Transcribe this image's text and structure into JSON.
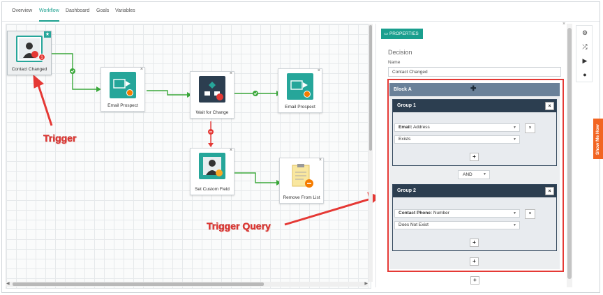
{
  "nav": {
    "tabs": [
      {
        "label": "Overview",
        "active": false
      },
      {
        "label": "Workflow",
        "active": true
      },
      {
        "label": "Dashboard",
        "active": false
      },
      {
        "label": "Goals",
        "active": false
      },
      {
        "label": "Variables",
        "active": false
      }
    ]
  },
  "workflow": {
    "nodes": {
      "trigger": {
        "label": "Contact Changed",
        "badge": "1",
        "icon": "contact-person-icon"
      },
      "email1": {
        "label": "Email Prospect",
        "icon": "email-send-icon"
      },
      "wait": {
        "label": "Wait for Change",
        "icon": "decision-flow-icon"
      },
      "email2": {
        "label": "Email Prospect",
        "icon": "email-send-icon"
      },
      "custom": {
        "label": "Set Custom Field",
        "icon": "edit-contact-icon"
      },
      "remove": {
        "label": "Remove From List",
        "icon": "clipboard-remove-icon"
      }
    },
    "close_glyph": "×"
  },
  "annotations": {
    "trigger": "Trigger",
    "trigger_query": "Trigger Query",
    "color": "#e53935"
  },
  "properties": {
    "tab_label": "PROPERTIES",
    "close_glyph": "×",
    "section_title": "Decision",
    "name_label": "Name",
    "name_value": "Contact Changed",
    "block": {
      "title": "Block A",
      "groups": [
        {
          "title": "Group 1",
          "field_bold": "Email:",
          "field_rest": " Address",
          "operator": "Exists"
        },
        {
          "title": "Group 2",
          "field_bold": "Contact Phone:",
          "field_rest": " Number",
          "operator": "Does Not Exist"
        }
      ],
      "connector": "AND",
      "plus": "+",
      "remove": "×"
    }
  },
  "tools": [
    "gear-icon",
    "shuffle-icon",
    "play-icon",
    "comment-icon"
  ],
  "show_me_how": "Show Me How",
  "colors": {
    "accent": "#1a9f8e",
    "link_green": "#3aa83a",
    "group_header": "#2c3e50",
    "block_header": "#6a8199",
    "cta": "#f26522"
  }
}
